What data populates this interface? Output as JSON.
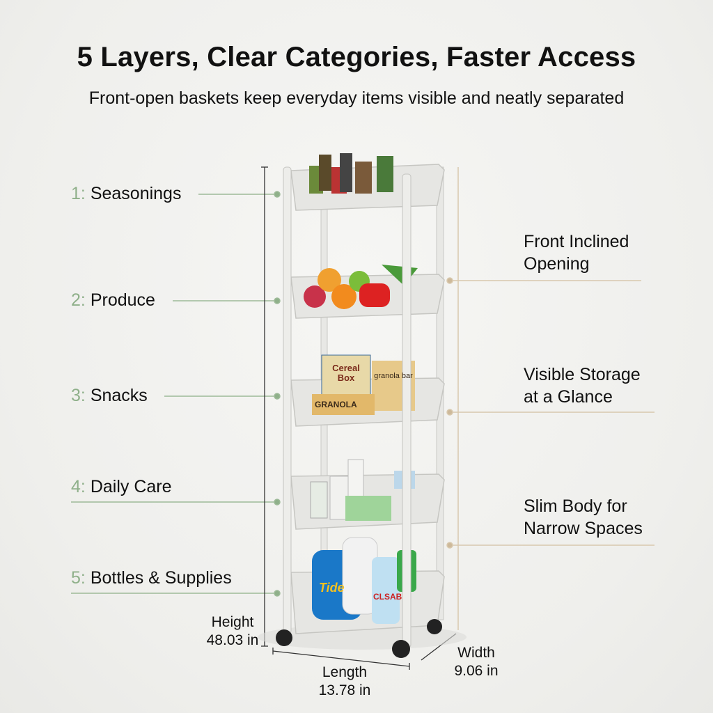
{
  "header": {
    "title": "5 Layers, Clear Categories, Faster Access",
    "subtitle": "Front-open baskets keep everyday items visible and neatly separated"
  },
  "layers": [
    {
      "number": "1:",
      "label": "Seasonings"
    },
    {
      "number": "2:",
      "label": "Produce"
    },
    {
      "number": "3:",
      "label": "Snacks"
    },
    {
      "number": "4:",
      "label": "Daily Care"
    },
    {
      "number": "5:",
      "label": "Bottles & Supplies"
    }
  ],
  "features": [
    {
      "line1": "Front Inclined",
      "line2": "Opening"
    },
    {
      "line1": "Visible Storage",
      "line2": "at a Glance"
    },
    {
      "line1": "Slim Body for",
      "line2": "Narrow Spaces"
    }
  ],
  "dimensions": {
    "height": {
      "label": "Height",
      "value": "48.03 in"
    },
    "length": {
      "label": "Length",
      "value": "13.78 in"
    },
    "width": {
      "label": "Width",
      "value": "9.06 in"
    }
  },
  "product_labels": [
    "Cereal Box",
    "granola bar",
    "GRANOLA",
    "Tide",
    "CLSAB"
  ],
  "colors": {
    "layer_accent": "#8fb08a",
    "feature_accent": "#d8c8ad",
    "cart": "#e4e4e1"
  }
}
